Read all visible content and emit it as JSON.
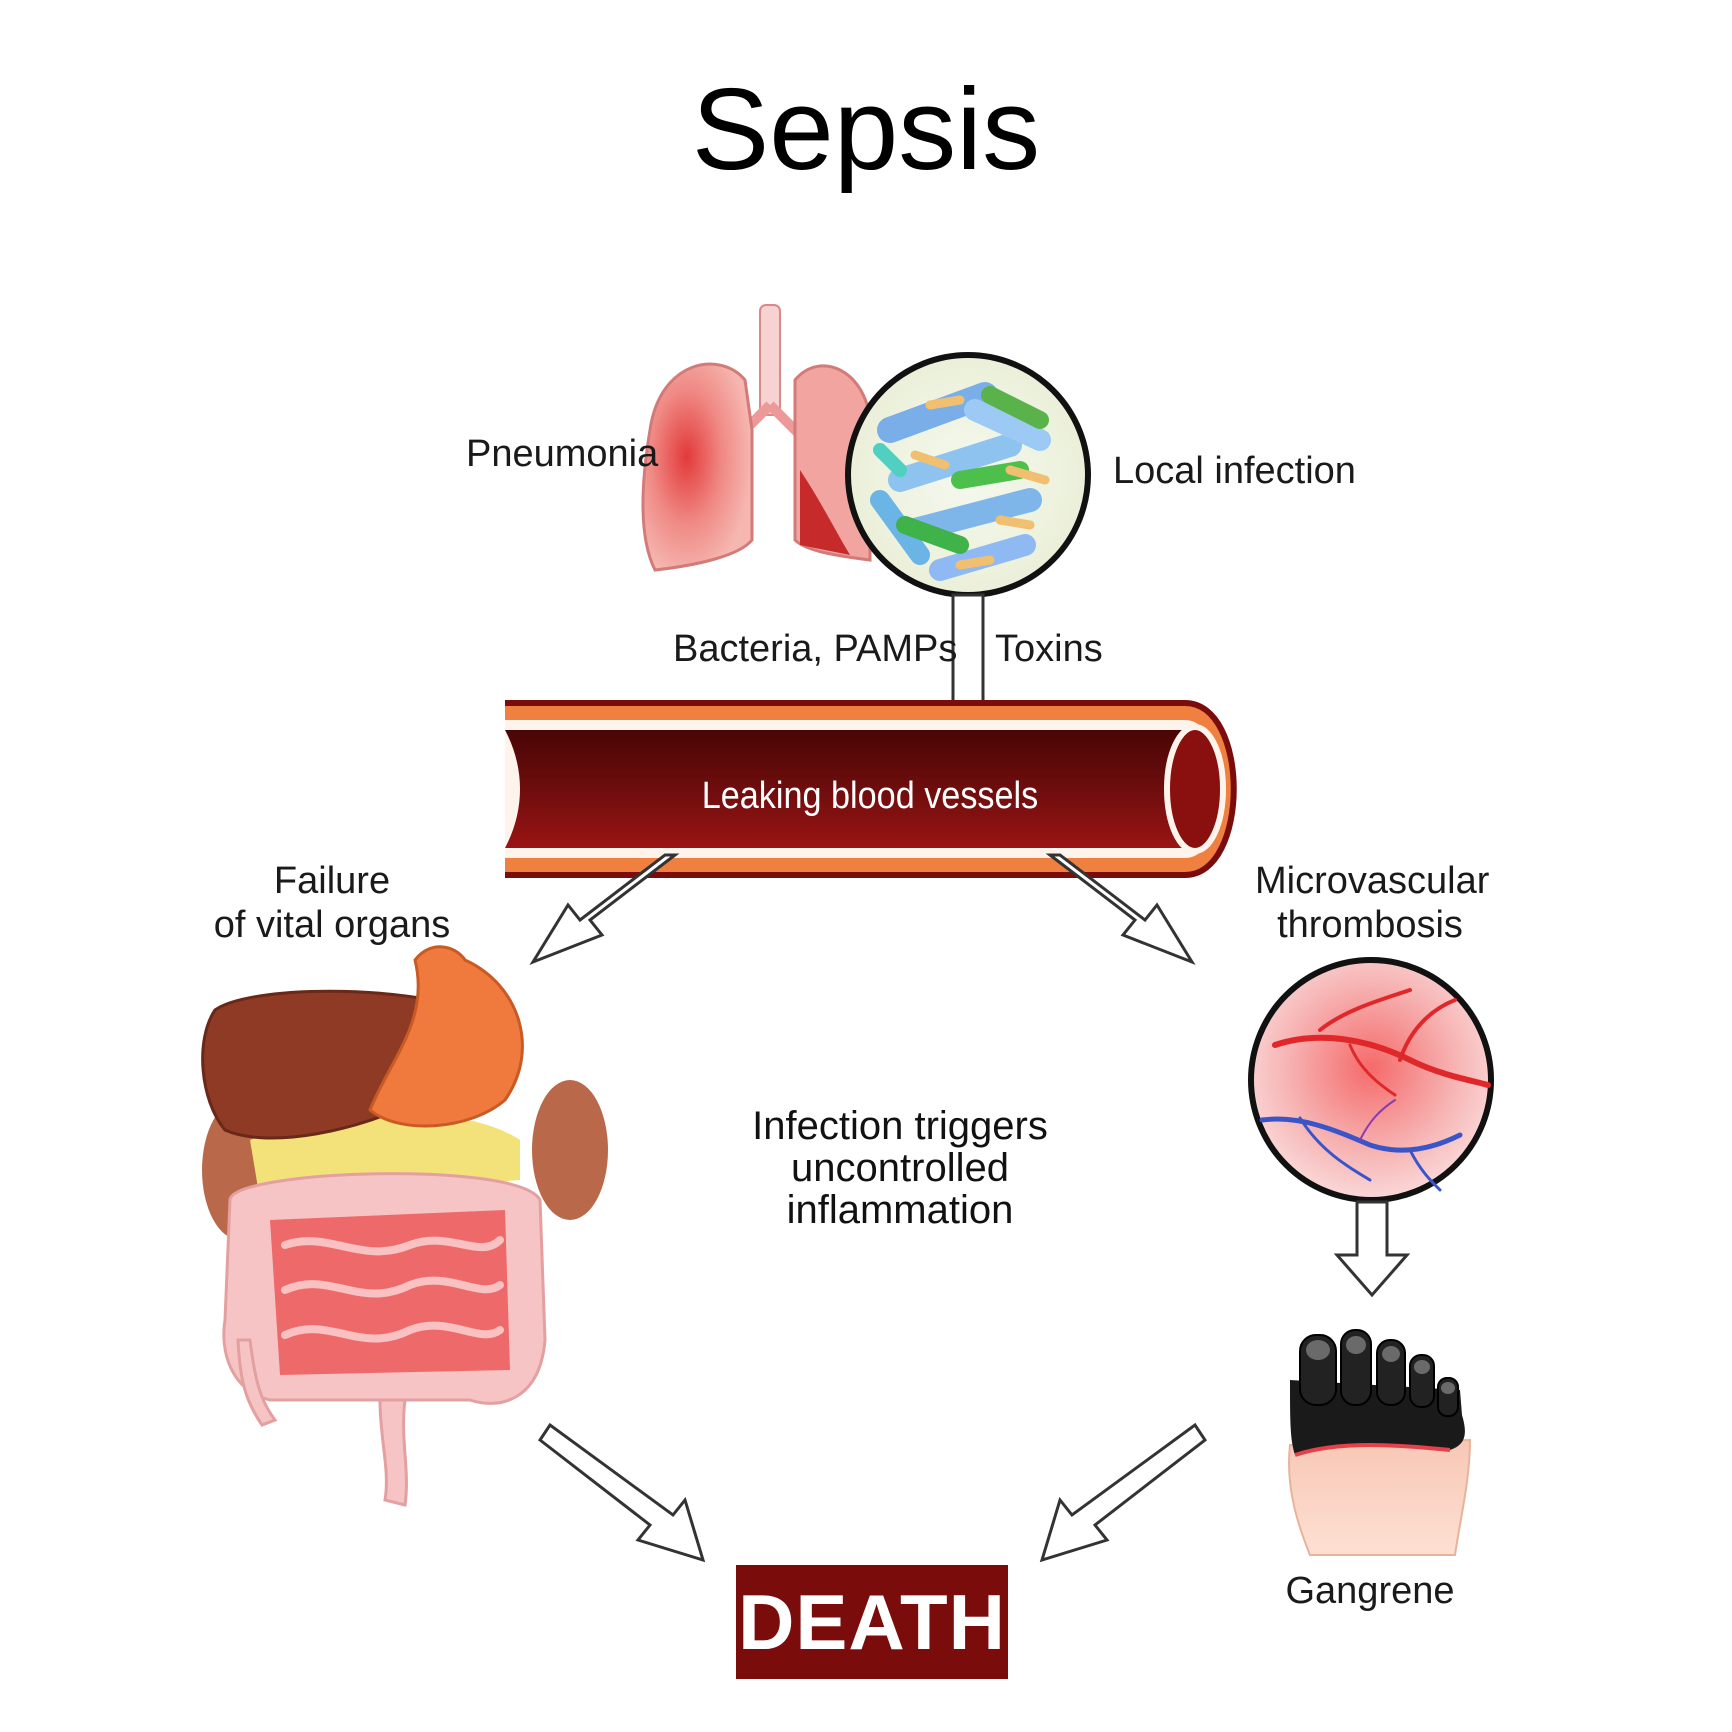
{
  "title": "Sepsis",
  "labels": {
    "pneumonia": "Pneumonia",
    "local_infection": "Local infection",
    "bacteria": "Bacteria, PAMPs",
    "toxins": "Toxins",
    "vessels": "Leaking blood vessels",
    "failure_line1": "Failure",
    "failure_line2": "of vital organs",
    "micro_line1": "Microvascular",
    "micro_line2": "thrombosis",
    "center_line1": "Infection triggers",
    "center_line2": "uncontrolled",
    "center_line3": "inflammation",
    "gangrene": "Gangrene",
    "death": "DEATH"
  },
  "colors": {
    "vessel_dark": "#5e0a0a",
    "vessel_wall": "#f08040",
    "death_bg": "#7a0c0c",
    "lung": "#f2a5a0",
    "liver": "#8e3a24",
    "stomach": "#f07a3e",
    "intestine": "#ee6a6a",
    "colon": "#f6c4c4"
  }
}
